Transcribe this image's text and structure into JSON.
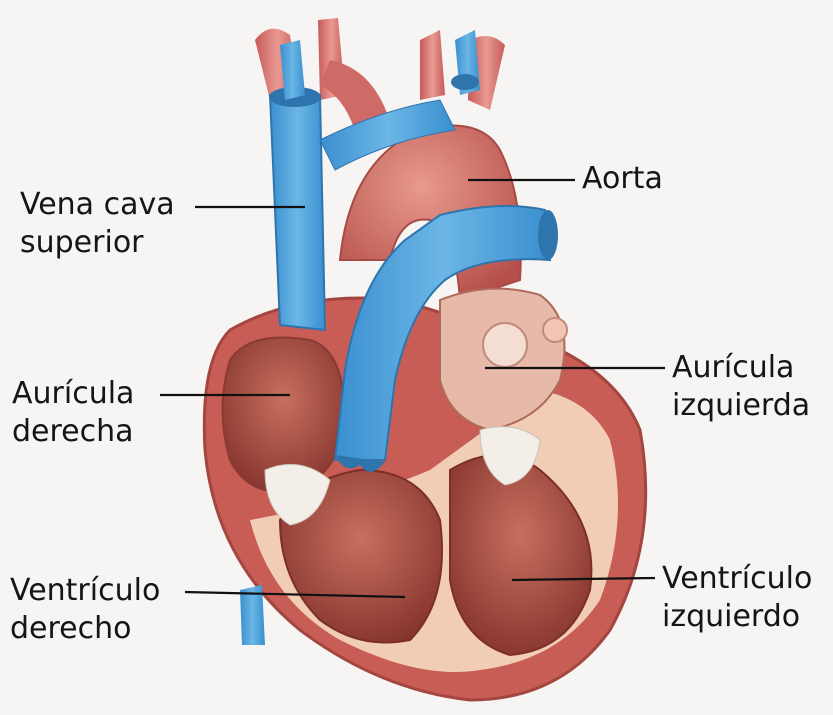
{
  "labels": {
    "vena_cava_superior": {
      "line1": "Vena cava",
      "line2": "superior"
    },
    "aorta": {
      "line1": "Aorta"
    },
    "auricula_derecha": {
      "line1": "Aurícula",
      "line2": "derecha"
    },
    "auricula_izquierda": {
      "line1": "Aurícula",
      "line2": "izquierda"
    },
    "ventriculo_derecho": {
      "line1": "Ventrículo",
      "line2": "derecho"
    },
    "ventriculo_izquierdo": {
      "line1": "Ventrículo",
      "line2": "izquierdo"
    }
  },
  "colors": {
    "background": "#f6f5f3",
    "vein_blue": "#4a9fd8",
    "vein_blue_dark": "#2e74ad",
    "artery_red": "#d9716e",
    "muscle": "#b8554b",
    "muscle_dark": "#7a2c26",
    "heart_wall": "#f3d2bd",
    "valve": "#f3efe8",
    "text": "#151515"
  }
}
